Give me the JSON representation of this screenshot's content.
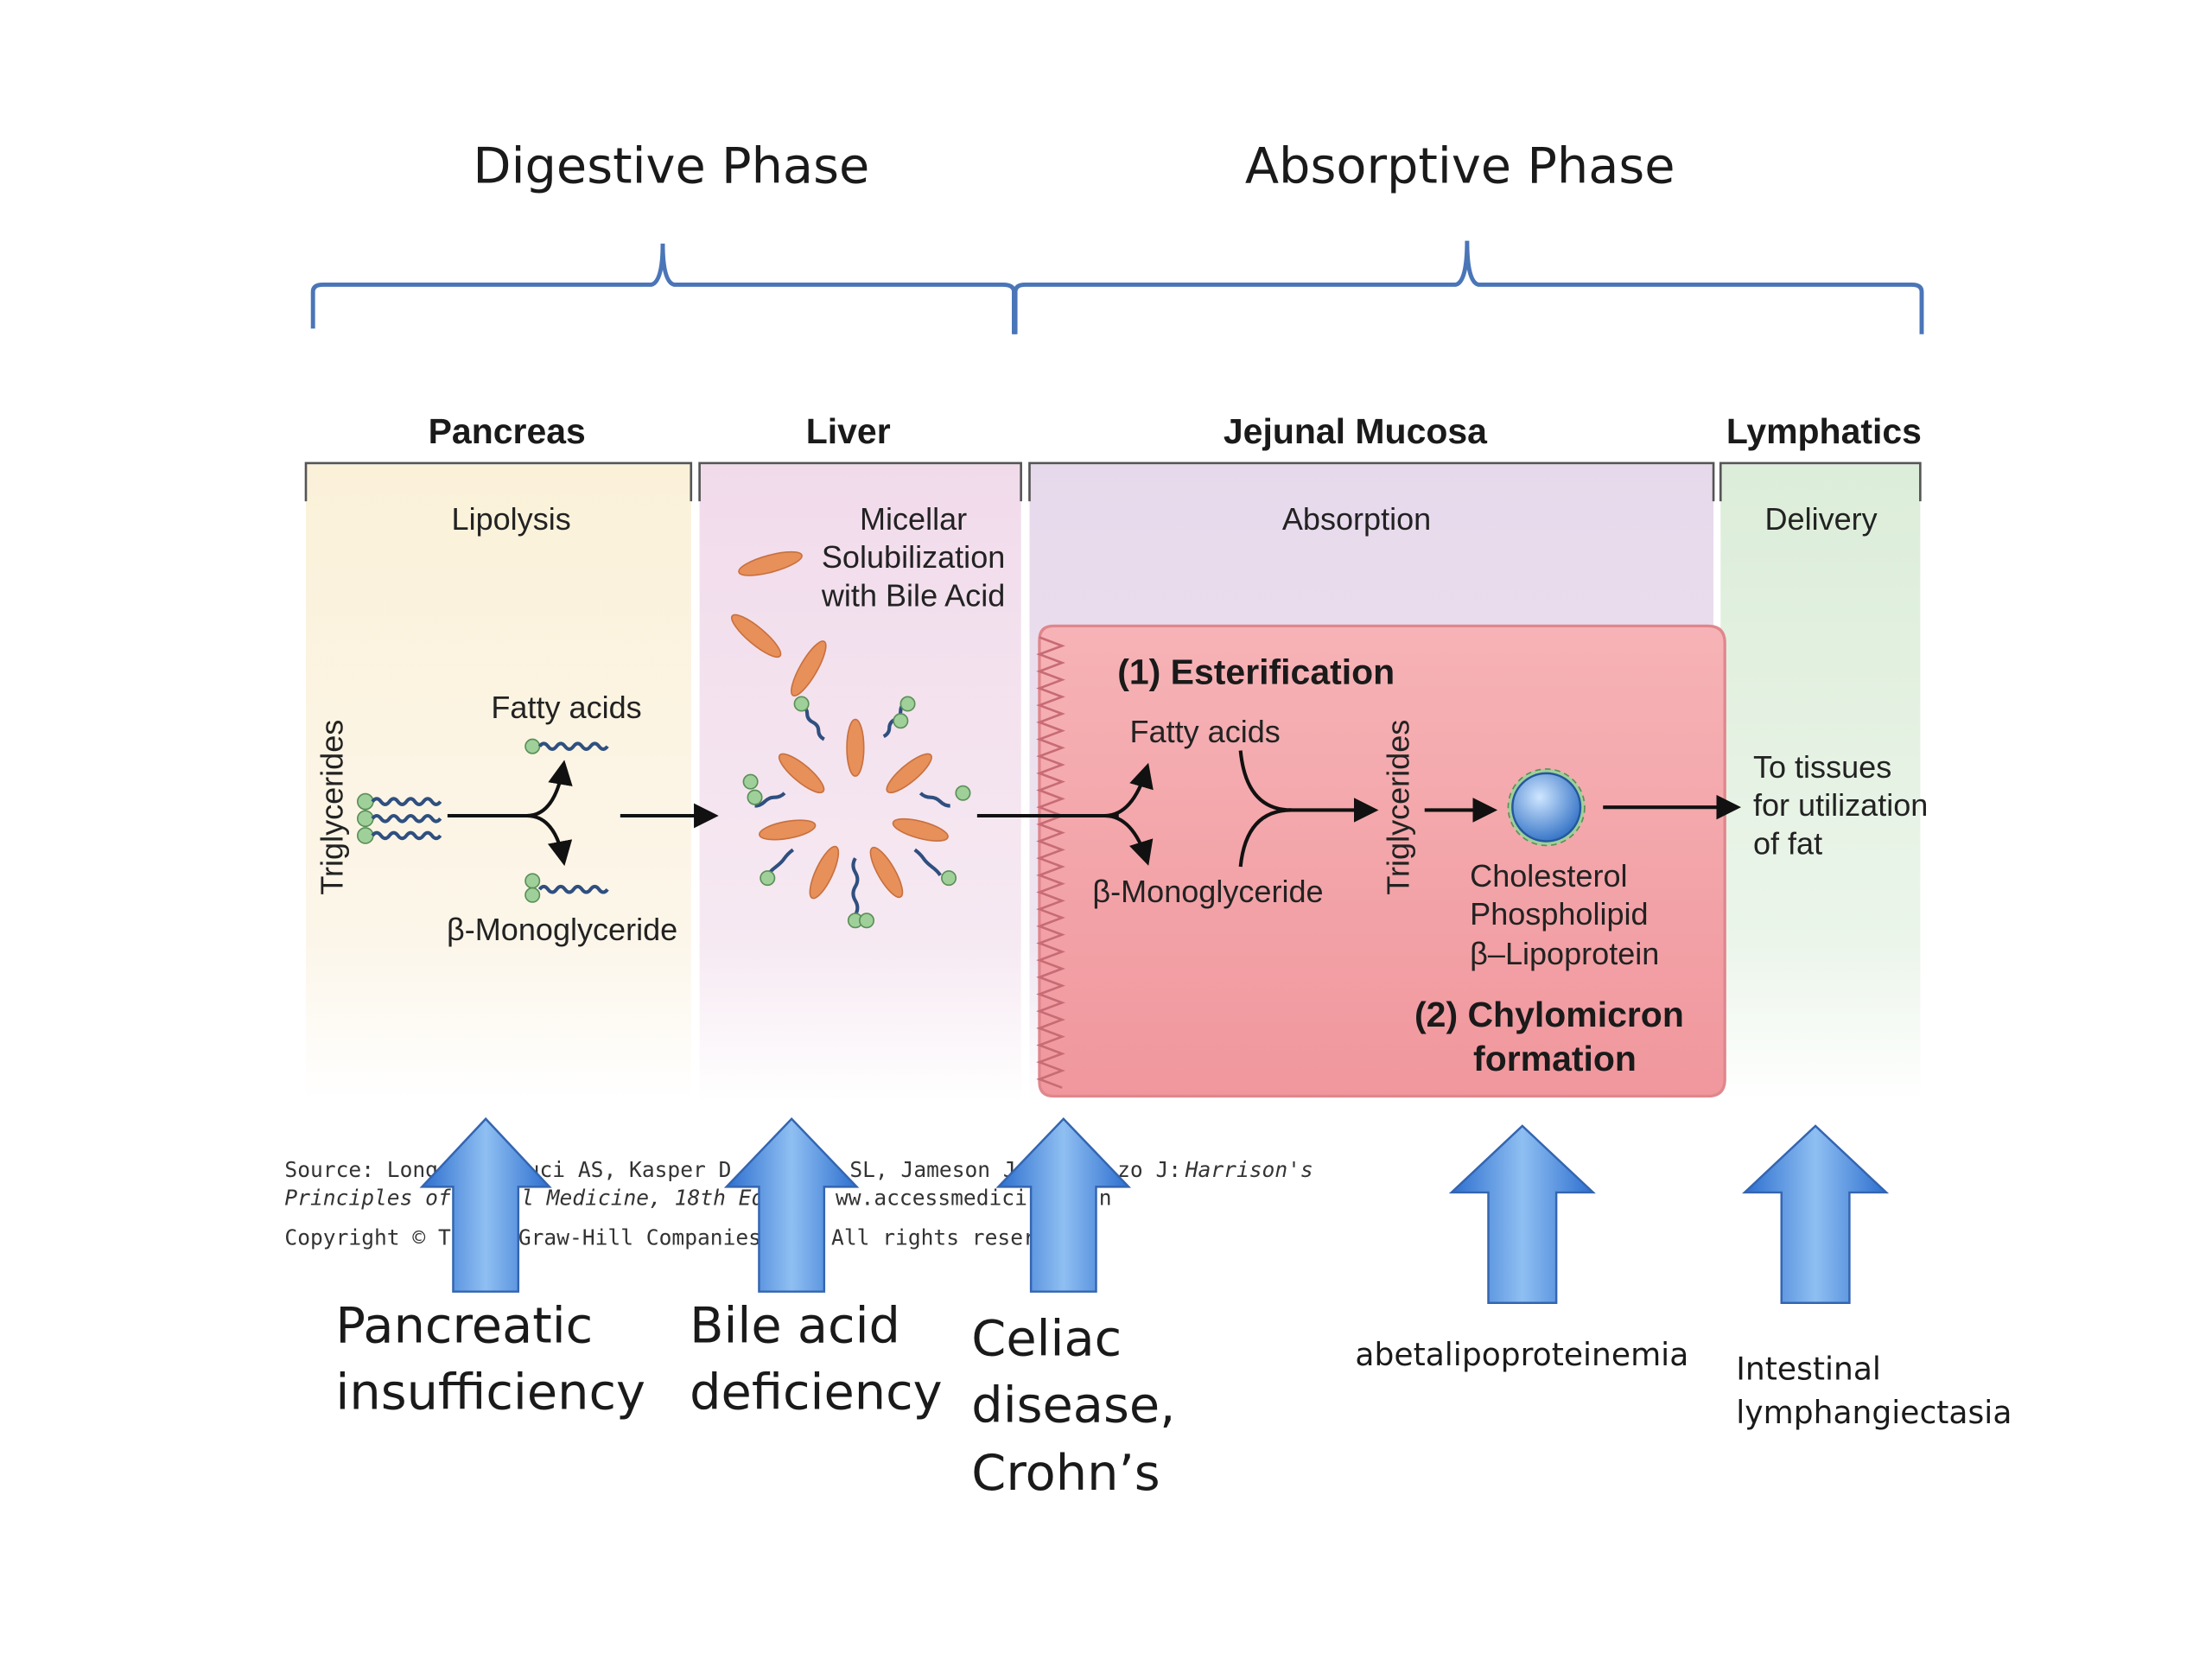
{
  "phases": {
    "digestive": "Digestive Phase",
    "absorptive": "Absorptive Phase"
  },
  "organs": {
    "pancreas": "Pancreas",
    "liver": "Liver",
    "jejunal": "Jejunal Mucosa",
    "lymphatics": "Lymphatics"
  },
  "processes": {
    "lipolysis": "Lipolysis",
    "micellar": [
      "Micellar",
      "Solubilization",
      "with Bile Acid"
    ],
    "absorption": "Absorption",
    "delivery": "Delivery"
  },
  "labels": {
    "triglycerides": "Triglycerides",
    "fatty_acids": "Fatty acids",
    "b_monoglyceride": "β-Monoglyceride",
    "esterification": "(1) Esterification",
    "chylomicron_1": "(2) Chylomicron",
    "chylomicron_2": "formation",
    "components": [
      "Cholesterol",
      "Phospholipid",
      "β–Lipoprotein"
    ],
    "to_tissues": [
      "To tissues",
      "for utilization",
      "of fat"
    ]
  },
  "source": {
    "line1_a": "Source: Long",
    "line1_b": "uci AS, Kasper D",
    "line1_c": "SL, Jameson J",
    "line1_d": "zo J: ",
    "line1_e": "Harrison's",
    "line2_a": "Principles of In",
    "line2_b": "l Medicine, 18th Edit",
    "line2_c": "ww.accessmedici",
    "line2_d": "n",
    "line3_a": "Copyright © T",
    "line3_b": "Graw-Hill Companies",
    "line3_c": "All rights reserve"
  },
  "diseases": {
    "pancreatic": [
      "Pancreatic",
      "insufficiency"
    ],
    "bile": [
      "Bile acid",
      "deficiency"
    ],
    "celiac": [
      "Celiac",
      "disease,",
      "Crohn’s"
    ],
    "abeta": [
      "abetalipoproteinemia"
    ],
    "intestinal": [
      "Intestinal",
      "lymphangiectasia"
    ]
  },
  "colors": {
    "bracket": "#4a76b8",
    "pancreas_bg": "#fbf3df",
    "liver_bg": "#f1dded",
    "jejunal_bg": "#e6dbec",
    "lymph_bg": "#dfeedd",
    "mucosa_cell": "#f3a9ae",
    "arrow_blue": "#3f7fd6",
    "chain": "#2f4f7f",
    "head": "#9fd09a",
    "rod": "#e8905a"
  }
}
